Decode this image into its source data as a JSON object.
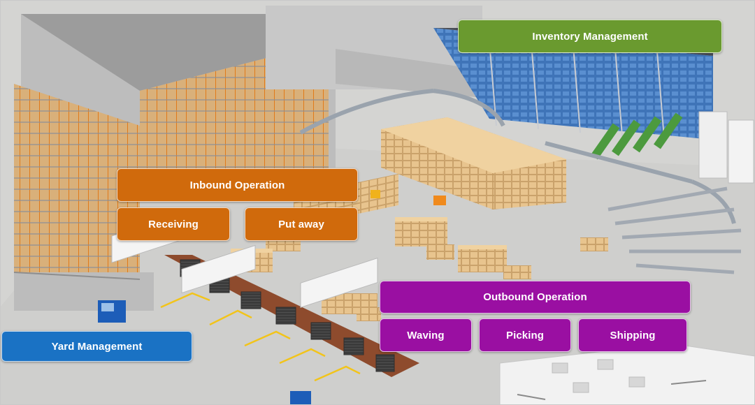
{
  "colors": {
    "inventory": "#6a9a2f",
    "inbound": "#d06a0c",
    "outbound": "#9a0fa2",
    "yard": "#1a72c4"
  },
  "labels": {
    "inventory_management": "Inventory Management",
    "inbound_operation": "Inbound Operation",
    "receiving": "Receiving",
    "put_away": "Put away",
    "outbound_operation": "Outbound Operation",
    "waving": "Waving",
    "picking": "Picking",
    "shipping": "Shipping",
    "yard_management": "Yard Management"
  }
}
